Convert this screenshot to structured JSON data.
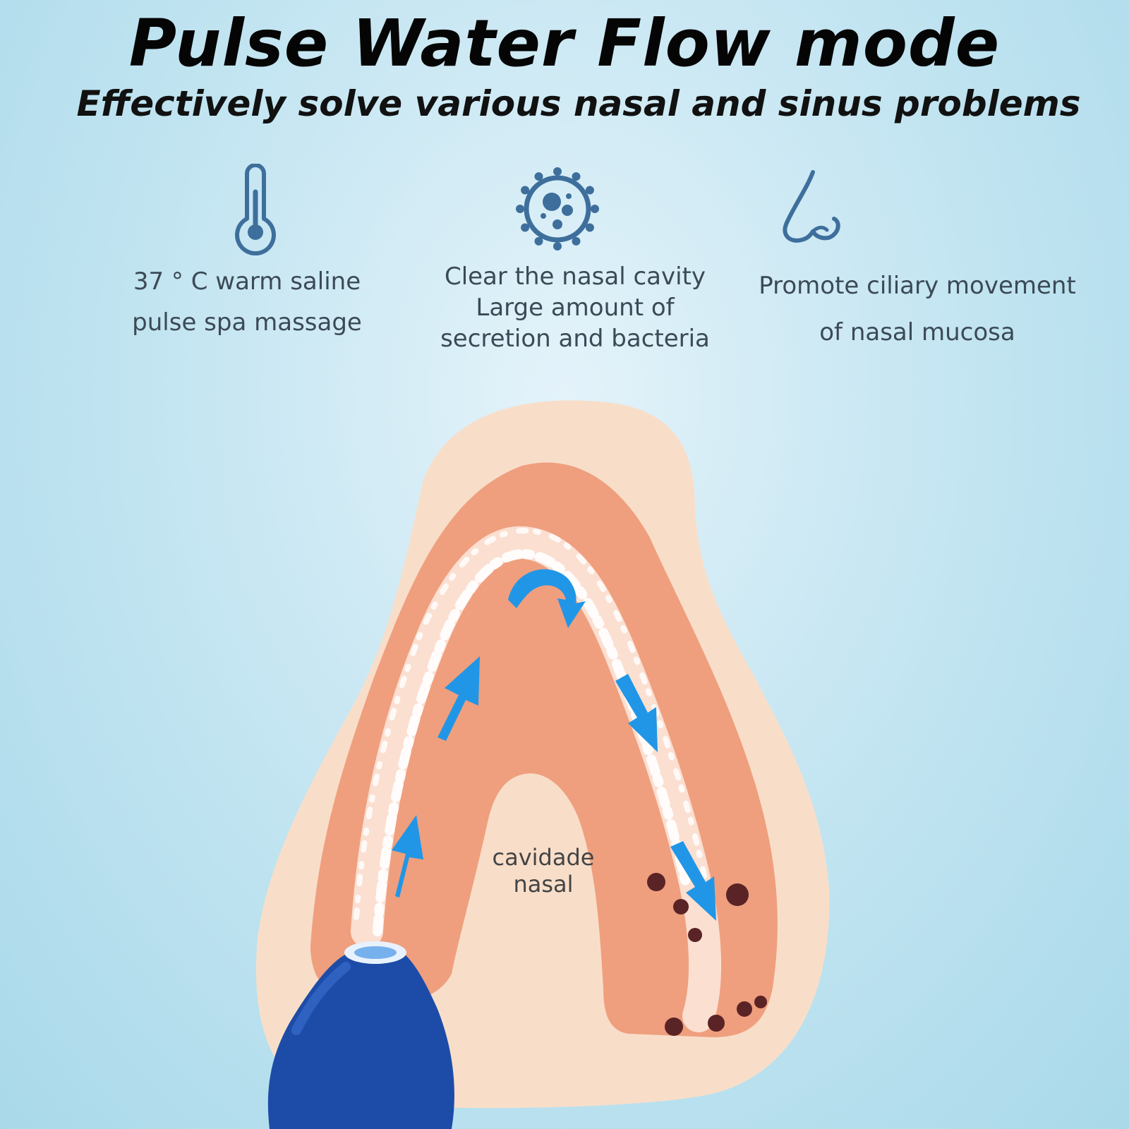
{
  "header": {
    "title": "Pulse Water Flow mode",
    "subtitle": "Effectively solve various nasal and sinus problems"
  },
  "features": [
    {
      "icon": "thermometer-icon",
      "lines": [
        "37 ° C warm saline",
        "pulse spa massage"
      ]
    },
    {
      "icon": "bacteria-icon",
      "lines": [
        "Clear the nasal cavity",
        "Large amount of",
        "secretion and bacteria"
      ]
    },
    {
      "icon": "nose-icon",
      "lines": [
        "Promote ciliary movement",
        "of nasal mucosa"
      ]
    }
  ],
  "diagram": {
    "cavity_label": [
      "cavidade",
      "nasal"
    ]
  },
  "colors": {
    "icon_blue": "#3e6f9c",
    "skin_light": "#f7ddc9",
    "skin_tissue": "#ee9e7c",
    "arrow_blue": "#2196e6",
    "nozzle_blue": "#1d4ca8"
  }
}
